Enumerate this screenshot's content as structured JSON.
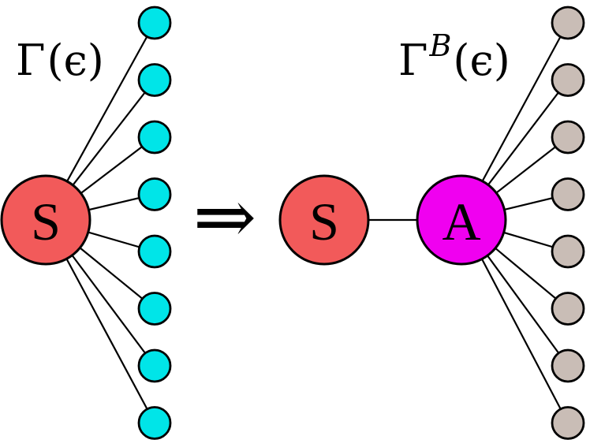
{
  "labels": {
    "left_gamma_base": "Γ",
    "left_gamma_arg": "(ϵ)",
    "right_gamma_base": "Γ",
    "right_gamma_sup": "B",
    "right_gamma_arg": "(ϵ)",
    "system_left": "S",
    "system_right": "S",
    "auxiliary": "A",
    "arrow": "⇒"
  },
  "colors": {
    "system": "#f25a5a",
    "auxiliary": "#f000f0",
    "left_bath": "#00e5e8",
    "right_bath": "#c9bdb6",
    "stroke": "#000000"
  },
  "bath_mode_count": 8
}
